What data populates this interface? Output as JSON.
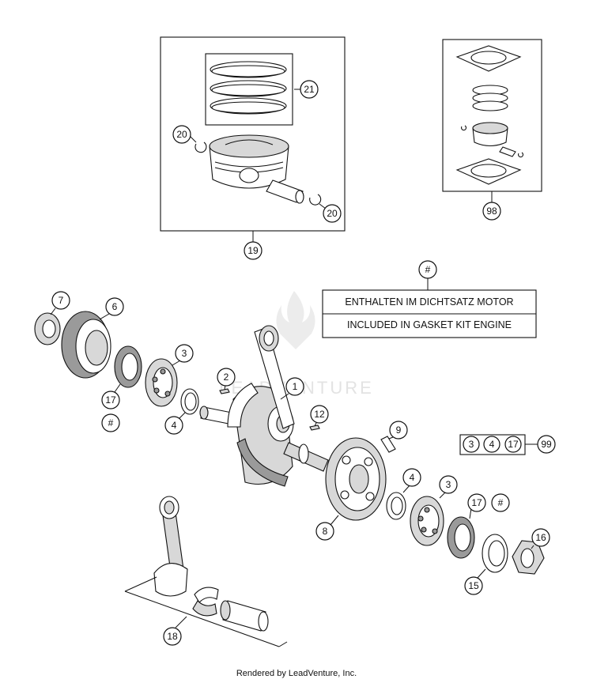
{
  "callouts": {
    "c1": "1",
    "c2": "2",
    "c3a": "3",
    "c3b": "3",
    "c4a": "4",
    "c4b": "4",
    "c6": "6",
    "c7": "7",
    "c8": "8",
    "c9": "9",
    "c12": "12",
    "c15": "15",
    "c16": "16",
    "c17a": "17",
    "c17b": "17",
    "c18": "18",
    "c19": "19",
    "c20a": "20",
    "c20b": "20",
    "c21": "21",
    "c98": "98",
    "hash_note": "#",
    "hash_a": "#",
    "hash_b": "#"
  },
  "kit_group": {
    "a": "3",
    "b": "4",
    "c": "17",
    "result": "99"
  },
  "note": {
    "line1": "ENTHALTEN IM DICHTSATZ MOTOR",
    "line2": "INCLUDED IN GASKET KIT ENGINE"
  },
  "watermark": "LEADVENTURE",
  "footer": "Rendered by LeadVenture, Inc."
}
